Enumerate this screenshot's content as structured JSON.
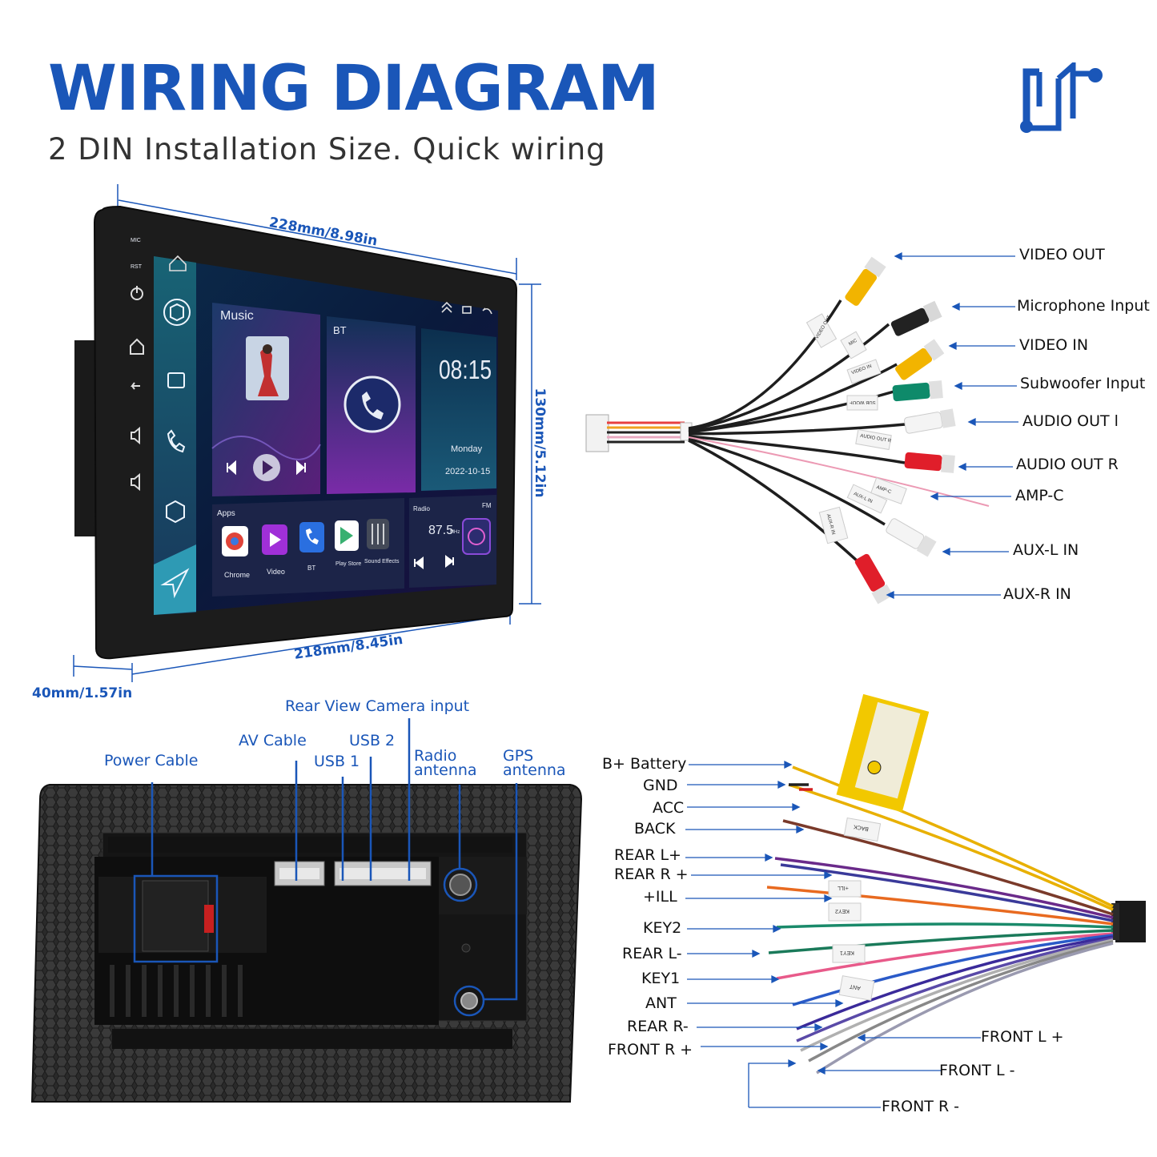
{
  "header": {
    "title": "WIRING DIAGRAM",
    "subtitle": "2 DIN Installation Size. Quick wiring",
    "logo_icon": "music-note-logo-icon"
  },
  "dimensions": {
    "top_width": "228mm/8.98in",
    "height": "130mm/5.12in",
    "bottom_width": "218mm/8.45in",
    "depth": "40mm/1.57in"
  },
  "screen": {
    "side_labels": {
      "mic": "MIC",
      "rst": "RST"
    },
    "music_card": {
      "title": "Music"
    },
    "bt_card": {
      "title": "BT"
    },
    "clock_card": {
      "time": "08:15",
      "day": "Monday",
      "date": "2022-10-15"
    },
    "apps_card": {
      "title": "Apps",
      "apps": [
        {
          "label": "Chrome",
          "icon": "chrome-icon",
          "color": "#ffffff"
        },
        {
          "label": "Video",
          "icon": "video-icon",
          "color": "#a030d8"
        },
        {
          "label": "BT",
          "icon": "bt-phone-icon",
          "color": "#2a6fe0"
        },
        {
          "label": "Play Store",
          "icon": "play-store-icon",
          "color": "#ffffff"
        },
        {
          "label": "Sound Effects",
          "icon": "sound-effects-icon",
          "color": "#444a58"
        }
      ]
    },
    "radio_card": {
      "title": "Radio",
      "band": "FM",
      "freq": "87.5",
      "unit": "MHz"
    }
  },
  "rca_labels": [
    "VIDEO OUT",
    "Microphone Input",
    "VIDEO IN",
    "Subwoofer Input",
    "AUDIO OUT l",
    "AUDIO OUT R",
    "AMP-C",
    "AUX-L IN",
    "AUX-R IN"
  ],
  "rca_tags": [
    "VIDEO OUT",
    "MIC",
    "VIDEO IN",
    "SUB WOOF",
    "AUDIO OUT R",
    "AMP-C",
    "AUX-L IN",
    "AUX-R IN"
  ],
  "back_labels": {
    "rear_camera": "Rear View Camera input",
    "av_cable": "AV Cable",
    "usb2": "USB 2",
    "usb1": "USB 1",
    "power_cable": "Power Cable",
    "radio_line1": "Radio",
    "radio_line2": "antenna",
    "gps_line1": "GPS",
    "gps_line2": "antenna"
  },
  "harness_left_labels": [
    "B+ Battery",
    "GND",
    "ACC",
    "BACK",
    "REAR L+",
    "REAR R +",
    "+ILL",
    "KEY2",
    "REAR L-",
    "KEY1",
    "ANT",
    "REAR R-",
    "FRONT R +"
  ],
  "harness_right_labels": [
    "FRONT L +",
    "FRONT L -",
    "FRONT R -"
  ],
  "harness_tags": [
    "BACK",
    "+ILL",
    "KEY2",
    "KEY1",
    "ANT"
  ],
  "colors": {
    "brand_blue": "#1a56b8"
  }
}
